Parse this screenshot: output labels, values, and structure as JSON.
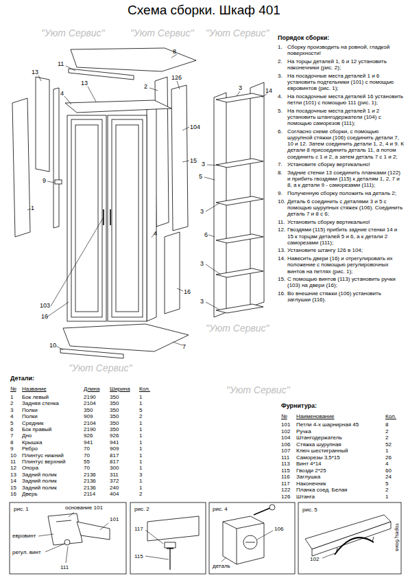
{
  "diagram": {
    "title": "Схема сборки. Шкаф 401",
    "labels": [
      "\"Уют Сервис\"",
      "\"Уют Сервис\"",
      "\"Уют Сервис\"",
      "\"Уют Сервис\"",
      "\"Уют Сервис\"",
      "\"Уют Сервис\"",
      "8",
      "11",
      "13",
      "13",
      "4",
      "126",
      "104",
      "2",
      "15",
      "9",
      "1",
      "103",
      "16",
      "16",
      "4",
      "7",
      "10",
      "3",
      "14",
      "3",
      "5",
      "3",
      "6",
      "3",
      "3",
      "Порядок сборки:",
      "1.",
      "Сборку производить на ровной, гладкой поверхности!",
      "2.",
      "На торцы деталей 1, 6 и 12 установить наконечники (рис. 2);",
      "3.",
      "На посадочные места деталей 1 и 6 установить подтельники (101) с помощью евровинтов (рис. 1);",
      "4.",
      "На посадочные места деталей 16 установить петли (101) с помощью 111 (рис. 1);",
      "5.",
      "На посадочные места деталей 1 и 2 установить штангодержатели (104) с помощью саморезов (111);",
      "6.",
      "Согласно схеме сборки, с помощью шурупной стяжки (106) соединить детали 7, 10 и 12. Затем соединить детали 1, 2, 4 и 9. К детали 8 присоединить деталь 11, а потом соединить с 1 и 2, а затем деталь 7 с 1 и 2;",
      "7.",
      "Установите сборку вертикально!",
      "8.",
      "Задние стенки 13 соединить планками (122) и прибить гвоздями (115) к деталям 1, 2, 7 и 8, а к детали 9 - саморезами (111);",
      "9.",
      "Полученную сборку положить на деталь 2;",
      "10.",
      "Деталь 6 соединить с деталями 3 и 5 с помощью шурупных стяжек (106). Соединить деталь 7 и 8 с 6;",
      "11.",
      "Установить сборку вертикально!",
      "12.",
      "Гвоздями (115) прибить задние стенки 14 и 15 к торцам деталей 5 и 6, а к детали 2 саморезами (111);",
      "13.",
      "Установите штангу 126 в 104;",
      "14.",
      "Навесить двери (16) и отрегулировать их положение с помощью регулировочных винтов на петлях (рис. 1);",
      "15.",
      "С помощью винтов (113) установить ручки (103) на двери (16);",
      "16.",
      "Во внешние стяжки (106) установить заглушки (116).",
      "Детали:",
      "№",
      "Название",
      "Длина",
      "Ширина",
      "Кол.",
      "1",
      "Бок левый",
      "2190",
      "350",
      "1",
      "2",
      "Задняя стенка",
      "2104",
      "350",
      "1",
      "3",
      "Полки",
      "350",
      "350",
      "5",
      "4",
      "Полки",
      "909",
      "350",
      "2",
      "5",
      "Средник",
      "2104",
      "350",
      "1",
      "6",
      "Бок правый",
      "2190",
      "350",
      "1",
      "7",
      "Дно",
      "926",
      "926",
      "1",
      "8",
      "Крышка",
      "941",
      "941",
      "1",
      "9",
      "Ребро",
      "70",
      "909",
      "1",
      "10",
      "Плинтус нижний",
      "70",
      "817",
      "1",
      "11",
      "Плинтус верхний",
      "55",
      "817",
      "1",
      "12",
      "Опора",
      "70",
      "300",
      "1",
      "13",
      "Задний полик",
      "2136",
      "311",
      "3",
      "14",
      "Задний полик",
      "2136",
      "372",
      "1",
      "15",
      "Задний полик",
      "2136",
      "240",
      "1",
      "16",
      "Дверь",
      "2114",
      "404",
      "2",
      "Фурнитура:",
      "№",
      "Наименование",
      "Кол.",
      "101",
      "Петли 4-х шарнирная 45",
      "8",
      "102",
      "Ручка",
      "2",
      "104",
      "Штангодержатель",
      "2",
      "106",
      "Стяжка шурупная",
      "52",
      "107",
      "Ключ шестигранный",
      "1",
      "111",
      "Саморезы 3,5*15",
      "26",
      "113",
      "Винт 4*14",
      "4",
      "115",
      "Гвозди 2*25",
      "60",
      "116",
      "Заглушка",
      "24",
      "117",
      "Наконечник",
      "5",
      "122",
      "Планка соед. Белая",
      "2",
      "126",
      "Штанга",
      "1",
      "рис. 1",
      "основание 101",
      "101",
      "евровинт",
      "регул. винт",
      "111",
      "рис. 2",
      "117",
      "115",
      "рис. 4",
      "106",
      "деталь",
      "рис. 5",
      "102",
      "торец бока"
    ]
  }
}
